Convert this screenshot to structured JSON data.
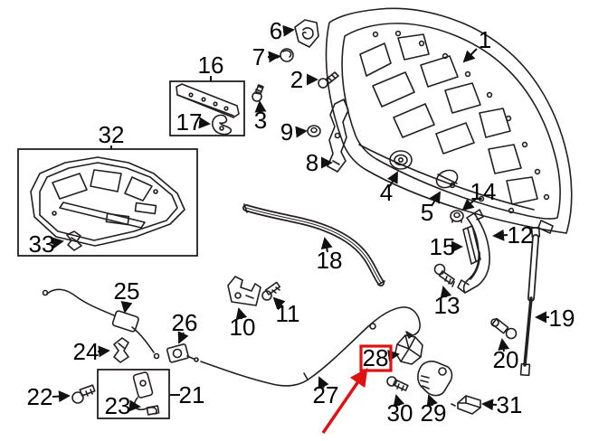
{
  "diagram": {
    "type": "auto-parts-exploded-diagram",
    "subject": "hood-assembly",
    "colors": {
      "background": "#ffffff",
      "line": "#231f20",
      "label": "#000000"
    },
    "highlight": {
      "part": "28",
      "color": "#e01111"
    },
    "parts": {
      "p1": "1",
      "p2": "2",
      "p3": "3",
      "p4": "4",
      "p5": "5",
      "p6": "6",
      "p7": "7",
      "p8": "8",
      "p9": "9",
      "p10": "10",
      "p11": "11",
      "p12": "12",
      "p13": "13",
      "p14": "14",
      "p15": "15",
      "p16": "16",
      "p17": "17",
      "p18": "18",
      "p19": "19",
      "p20": "20",
      "p21": "21",
      "p22": "22",
      "p23": "23",
      "p24": "24",
      "p25": "25",
      "p26": "26",
      "p27": "27",
      "p28": "28",
      "p29": "29",
      "p30": "30",
      "p31": "31",
      "p32": "32",
      "p33": "33"
    }
  }
}
